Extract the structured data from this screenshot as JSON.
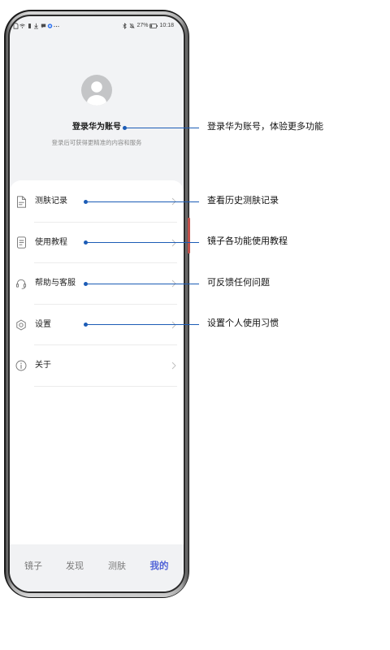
{
  "status_bar": {
    "left_icons": [
      "sim-card-icon",
      "wifi-icon",
      "vibrate-icon",
      "download-icon",
      "message-icon",
      "app-notification-icon",
      "more-icon"
    ],
    "right_icons": [
      "bluetooth-icon",
      "mute-icon",
      "battery-icon"
    ],
    "battery_percent": "27%",
    "time": "10:18"
  },
  "profile": {
    "avatar_icon": "default-avatar-icon",
    "title": "登录华为账号",
    "subtitle": "登录后可获得更精准的内容和服务"
  },
  "menu": {
    "items": [
      {
        "label": "测肤记录",
        "icon": "document-icon"
      },
      {
        "label": "使用教程",
        "icon": "guide-icon"
      },
      {
        "label": "帮助与客服",
        "icon": "headset-icon"
      },
      {
        "label": "设置",
        "icon": "gear-icon"
      },
      {
        "label": "关于",
        "icon": "info-icon"
      }
    ]
  },
  "bottom_nav": {
    "tabs": [
      {
        "label": "镜子",
        "active": false
      },
      {
        "label": "发现",
        "active": false
      },
      {
        "label": "测肤",
        "active": false
      },
      {
        "label": "我的",
        "active": true
      }
    ]
  },
  "annotations": [
    {
      "text": "登录华为账号，体验更多功能"
    },
    {
      "text": "查看历史测肤记录"
    },
    {
      "text": "镜子各功能使用教程"
    },
    {
      "text": "可反馈任何问题"
    },
    {
      "text": "设置个人使用习惯"
    }
  ],
  "colors": {
    "accent": "#5365d8",
    "annotation": "#1c5cb6",
    "screen_background": "#f2f3f5",
    "card_background": "#ffffff"
  }
}
